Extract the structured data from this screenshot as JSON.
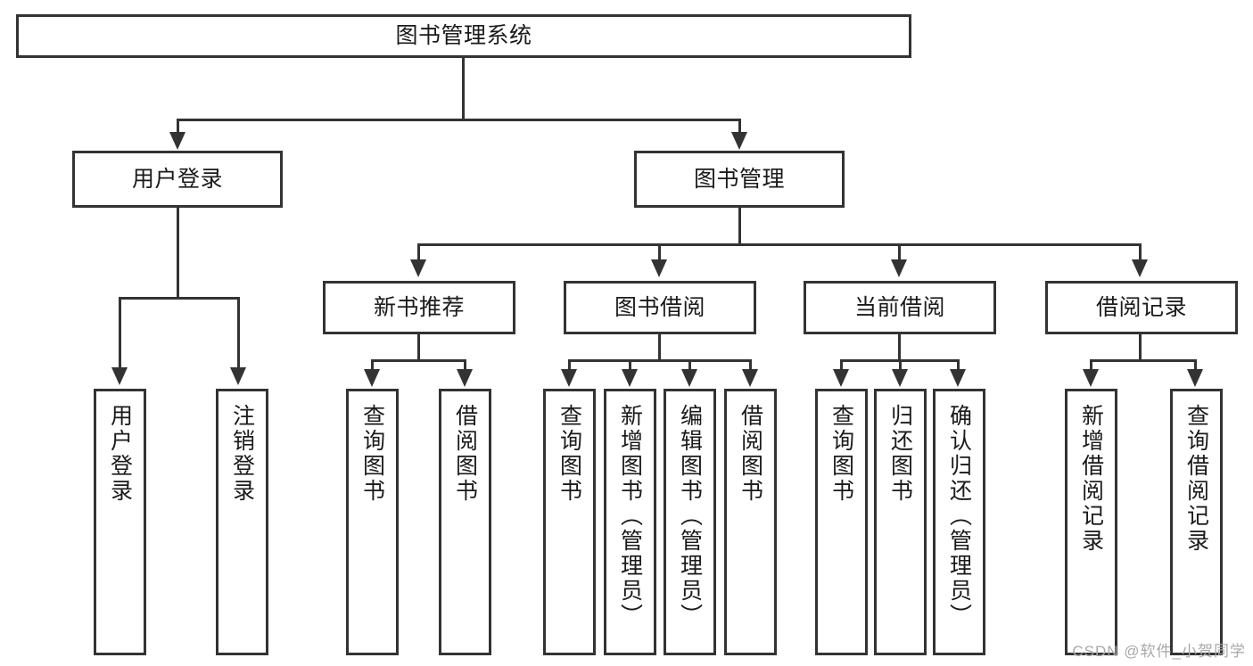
{
  "diagram": {
    "type": "tree",
    "title": "图书管理系统",
    "background_color": "#ffffff",
    "stroke_color": "#333333",
    "text_color": "#1a1a1a",
    "nodes": {
      "root": {
        "label": "图书管理系统"
      },
      "level2": [
        {
          "id": "user-login",
          "label": "用户登录"
        },
        {
          "id": "book-manage",
          "label": "图书管理"
        }
      ],
      "level3": [
        {
          "id": "new-book-recommend",
          "label": "新书推荐"
        },
        {
          "id": "book-borrow",
          "label": "图书借阅"
        },
        {
          "id": "current-borrow",
          "label": "当前借阅"
        },
        {
          "id": "borrow-record",
          "label": "借阅记录"
        }
      ],
      "leaves": {
        "user_login": [
          {
            "id": "leaf-user-login",
            "label": "用户登录"
          },
          {
            "id": "leaf-logout-login",
            "label": "注销登录"
          }
        ],
        "new_book_recommend": [
          {
            "id": "leaf-query-book-1",
            "label": "查询图书"
          },
          {
            "id": "leaf-borrow-book-1",
            "label": "借阅图书"
          }
        ],
        "book_borrow": [
          {
            "id": "leaf-query-book-2",
            "label": "查询图书"
          },
          {
            "id": "leaf-add-book",
            "label": "新增图书（管理员）"
          },
          {
            "id": "leaf-edit-book",
            "label": "编辑图书（管理员）"
          },
          {
            "id": "leaf-borrow-book-2",
            "label": "借阅图书"
          }
        ],
        "current_borrow": [
          {
            "id": "leaf-query-book-3",
            "label": "查询图书"
          },
          {
            "id": "leaf-return-book",
            "label": "归还图书"
          },
          {
            "id": "leaf-confirm-return",
            "label": "确认归还（管理员）"
          }
        ],
        "borrow_record": [
          {
            "id": "leaf-add-borrow-record",
            "label": "新增借阅记录"
          },
          {
            "id": "leaf-query-borrow-record",
            "label": "查询借阅记录"
          }
        ]
      }
    }
  },
  "watermark": {
    "text": "CSDN @软件_小贺同学"
  }
}
